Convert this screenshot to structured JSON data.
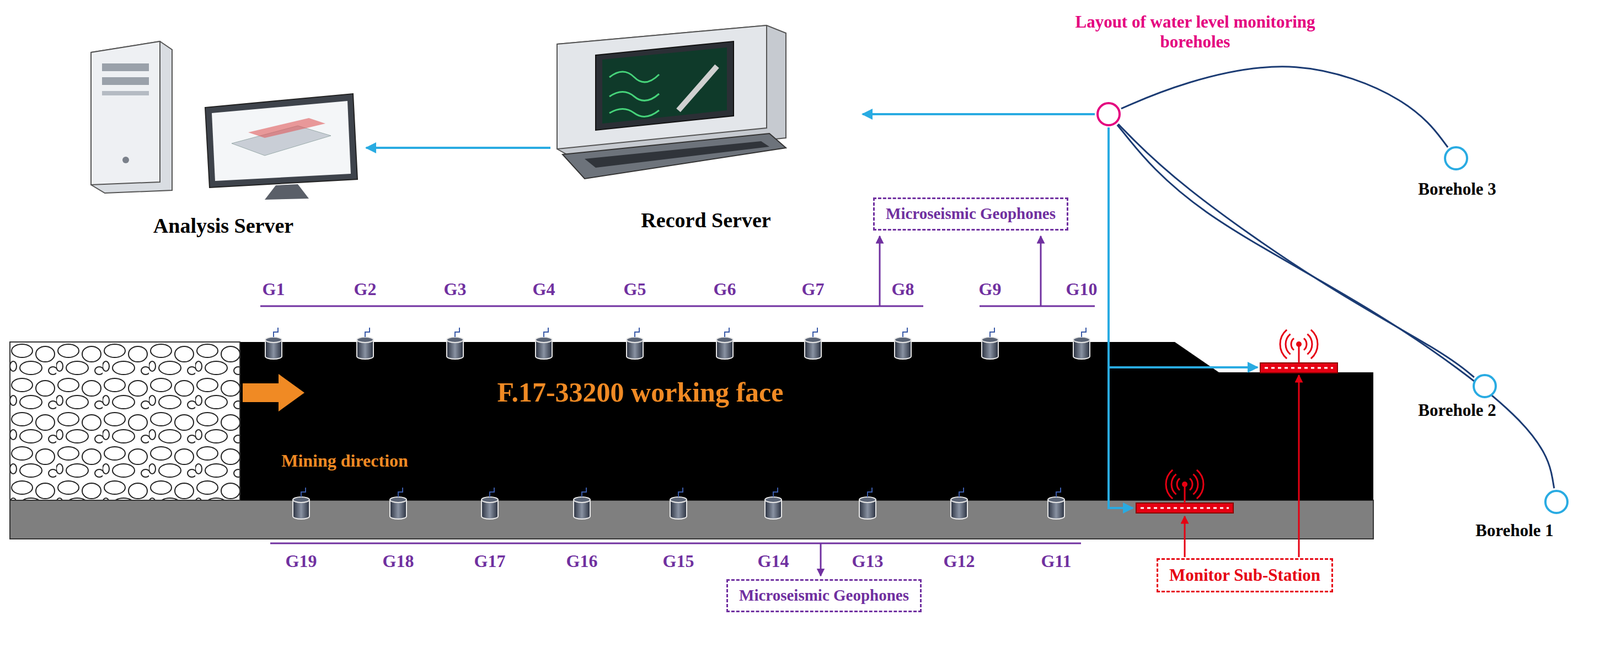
{
  "diagram": {
    "nodes": [
      {
        "text": [
          "Analysis Server"
        ]
      },
      {
        "text": [
          "Record Server"
        ]
      },
      {
        "text": [
          "Layout of water level monitoring boreholes"
        ]
      },
      {
        "text": [
          "Borehole 3"
        ]
      },
      {
        "text": [
          "Borehole 2"
        ]
      },
      {
        "text": [
          "Borehole 1"
        ]
      },
      {
        "text": [
          "Microseismic Geophones"
        ]
      },
      {
        "text": [
          "F.17-33200 working face"
        ]
      },
      {
        "text": [
          "Microseismic Geophones"
        ]
      },
      {
        "text": [
          "Monitor Sub-Station"
        ]
      }
    ],
    "edges": [
      {
        "from": 1,
        "to": 0,
        "arrow": "to"
      },
      {
        "from": 2,
        "to": 1,
        "arrow": "to"
      },
      {
        "from": 2,
        "to": 3,
        "arrow": "none"
      },
      {
        "from": 2,
        "to": 4,
        "arrow": "none"
      },
      {
        "from": 2,
        "to": 5,
        "arrow": "none"
      }
    ],
    "labels": [
      "G1",
      "G2",
      "G3",
      "G4",
      "G5",
      "G6",
      "G7",
      "G8",
      "G9",
      "G10",
      "Mining direction",
      "G19",
      "G18",
      "G17",
      "G16",
      "G15",
      "G14",
      "G13",
      "G12",
      "G11"
    ]
  }
}
